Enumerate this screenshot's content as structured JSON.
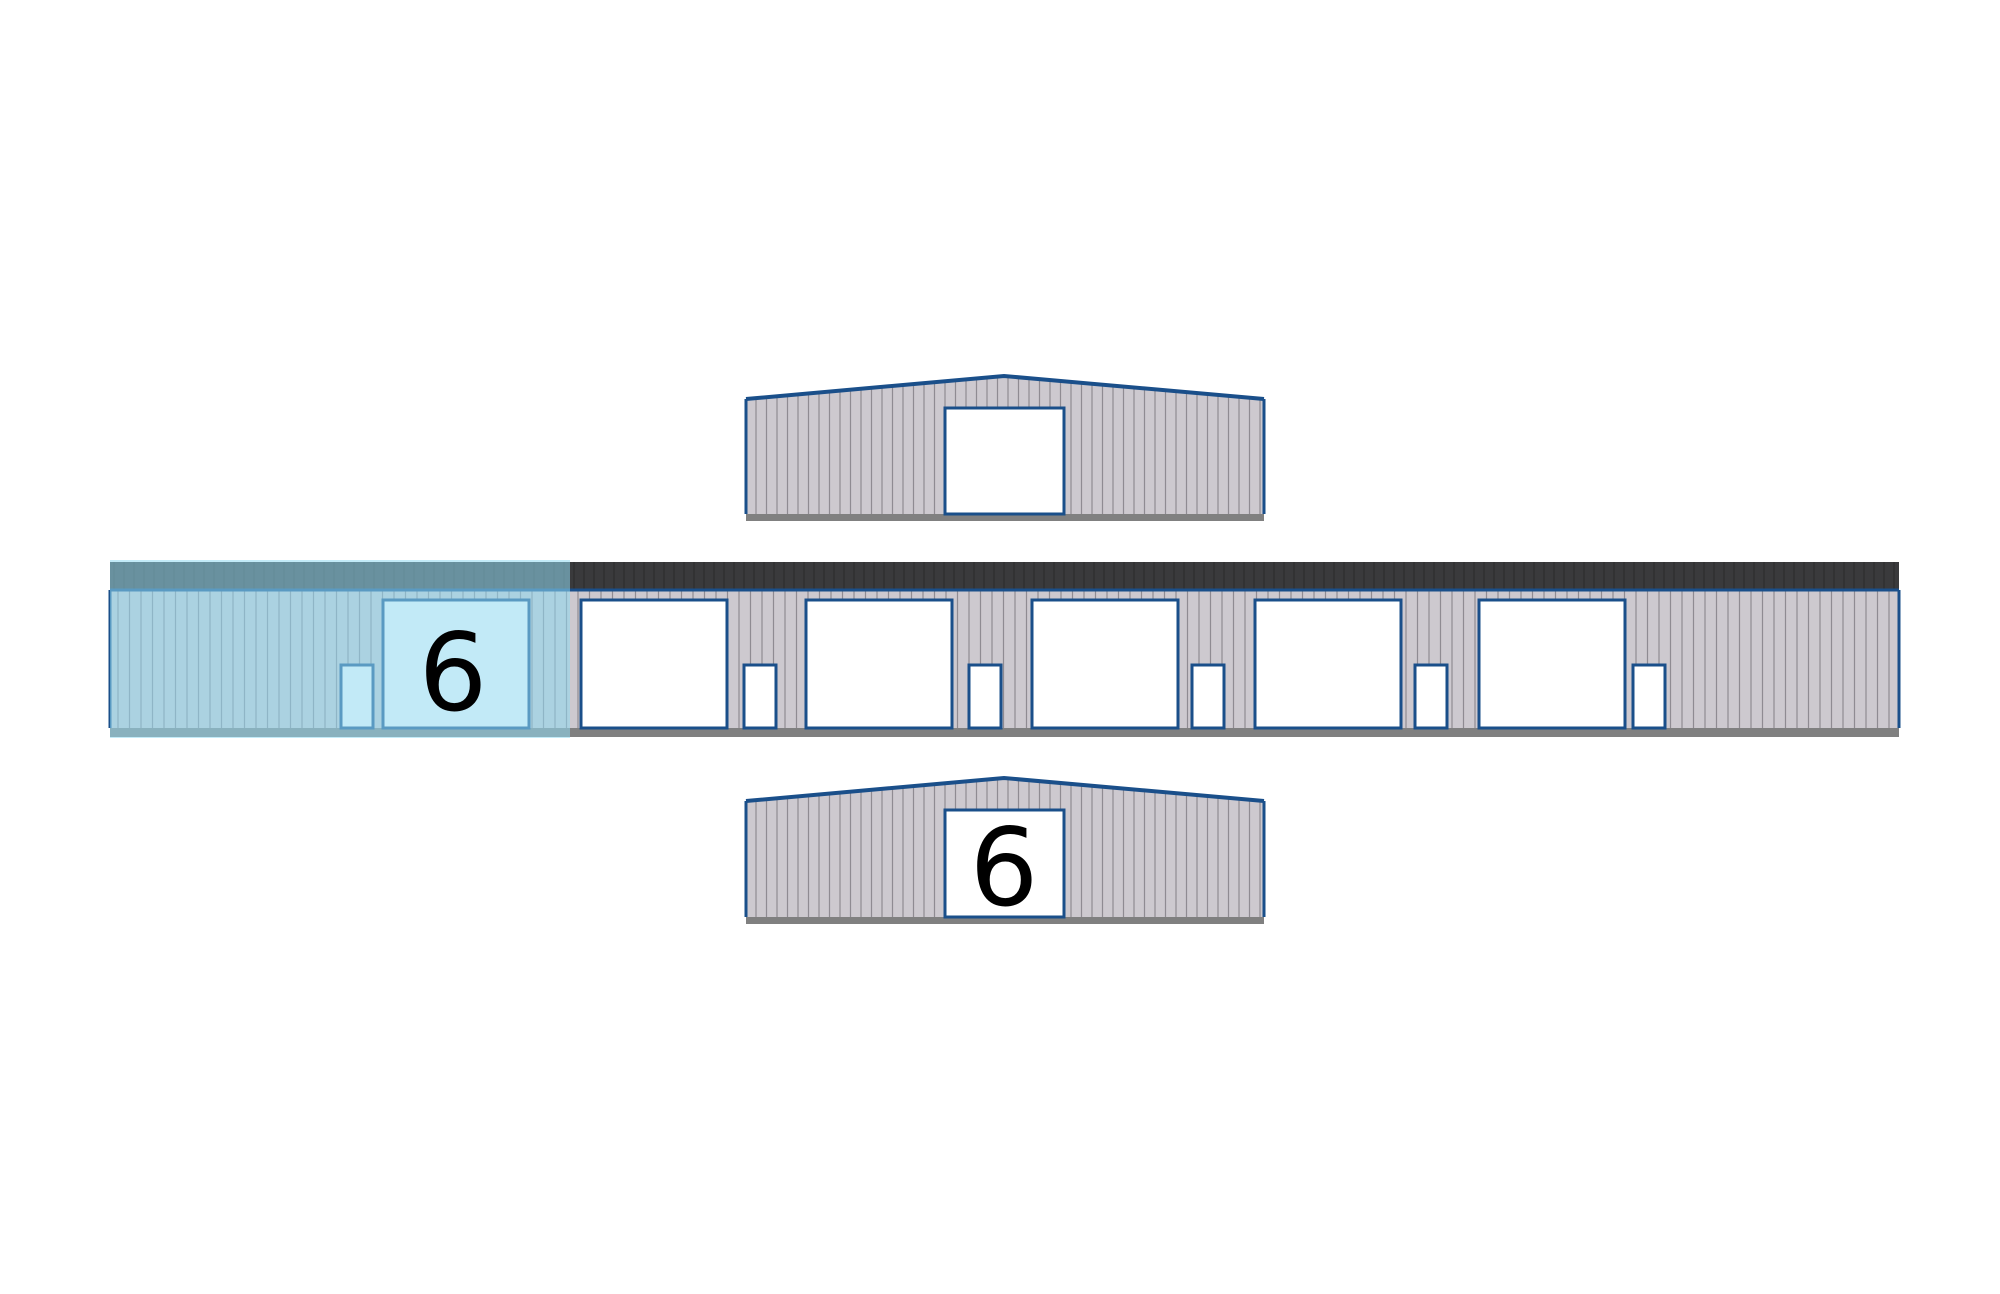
{
  "selected_unit": {
    "label": "6",
    "highlight_color": "#8fd8f0"
  },
  "end_view_label": "6",
  "colors": {
    "wall": "#cdc9cf",
    "rib": "#8f8b92",
    "trim": "#1a4f8a",
    "roof": "#3a3a3c",
    "base": "#808080",
    "door": "#ffffff"
  },
  "long_building": {
    "unit_count": 6
  }
}
